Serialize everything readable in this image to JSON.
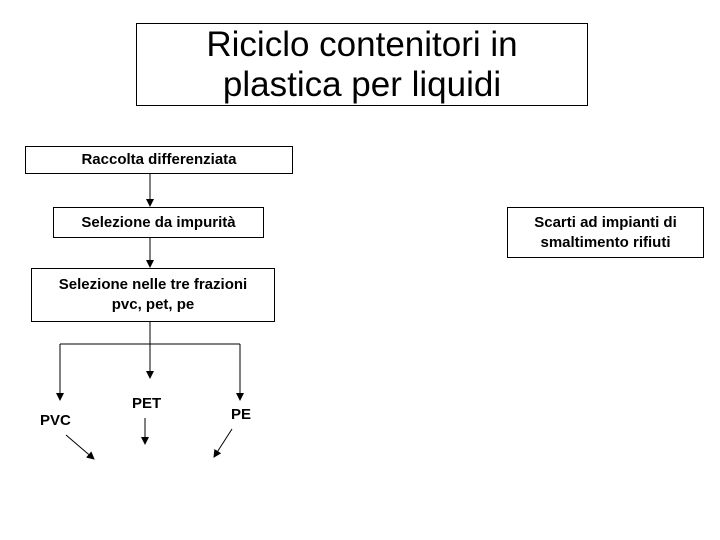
{
  "title": {
    "line1": "Riciclo contenitori in",
    "line2": "plastica per liquidi"
  },
  "nodes": {
    "raccolta": "Raccolta differenziata",
    "selezione_impurita": "Selezione da impurità",
    "selezione_frazioni_line1": "Selezione nelle tre frazioni",
    "selezione_frazioni_line2": "pvc,  pet,  pe",
    "scarti_line1": "Scarti ad impianti di",
    "scarti_line2": "smaltimento rifiuti"
  },
  "fractions": {
    "pvc": "PVC",
    "pet": "PET",
    "pe": "PE"
  }
}
